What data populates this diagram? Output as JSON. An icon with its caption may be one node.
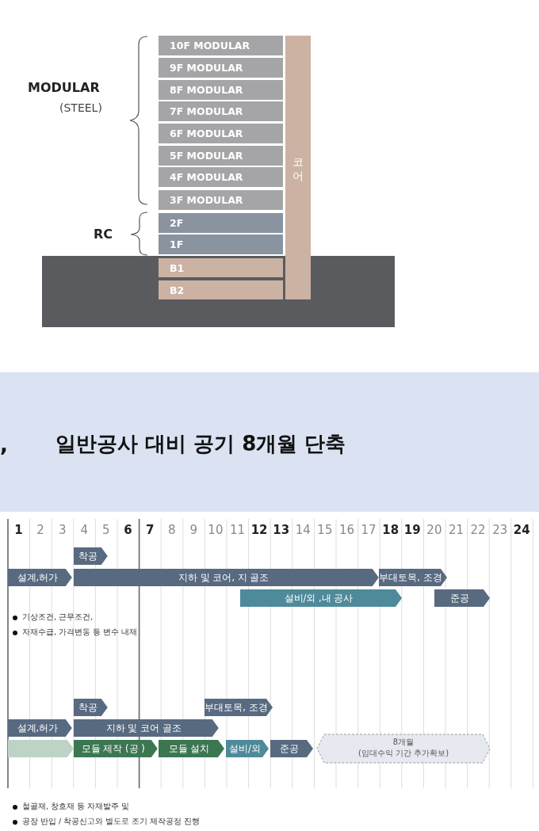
{
  "diagram": {
    "title": "일반공사 대비 공기 8개월 단축",
    "nodes": [
      {
        "text": [
          "10F MODULAR"
        ]
      },
      {
        "text": [
          "9F MODULAR"
        ]
      },
      {
        "text": [
          "8F MODULAR"
        ]
      },
      {
        "text": [
          "7F MODULAR"
        ]
      },
      {
        "text": [
          "6F MODULAR"
        ]
      },
      {
        "text": [
          "5F MODULAR"
        ]
      },
      {
        "text": [
          "4F MODULAR"
        ]
      },
      {
        "text": [
          "3F MODULAR"
        ]
      },
      {
        "text": [
          "2F"
        ]
      },
      {
        "text": [
          "1F"
        ]
      },
      {
        "text": [
          "B1"
        ]
      },
      {
        "text": [
          "B2"
        ]
      },
      {
        "text": [
          "코어"
        ]
      },
      {
        "text": [
          "착공"
        ]
      },
      {
        "text": [
          "설계,허가"
        ]
      },
      {
        "text": [
          "지하 및 코어, 지 골조"
        ]
      },
      {
        "text": [
          "부대토목, 조경"
        ]
      },
      {
        "text": [
          "설비/외 ,내 공사"
        ]
      },
      {
        "text": [
          "준공"
        ]
      },
      {
        "text": [
          "착공"
        ]
      },
      {
        "text": [
          "부대토목, 조경"
        ]
      },
      {
        "text": [
          "설계,허가"
        ]
      },
      {
        "text": [
          "지하 및 코어 골조"
        ]
      },
      {
        "text": [],
        "shape": "bar"
      },
      {
        "text": [
          "모듈 제작 (공 )"
        ]
      },
      {
        "text": [
          "모듈 설치"
        ]
      },
      {
        "text": [
          "설비/외"
        ]
      },
      {
        "text": [
          "준공"
        ]
      },
      {
        "text": [
          "8개월",
          "(임대수익 기간 추가확보)"
        ]
      }
    ],
    "labels": [
      "MODULAR",
      "(STEEL)",
      "RC",
      ",",
      "1",
      "2",
      "3",
      "4",
      "5",
      "6",
      "7",
      "8",
      "9",
      "10",
      "11",
      "12",
      "13",
      "14",
      "15",
      "16",
      "17",
      "18",
      "19",
      "20",
      "21",
      "22",
      "23",
      "24",
      "기상조건, 근무조건,",
      "자재수급, 가격변동 등 변수 내재",
      "철골재, 창호재 등 자재발주 및",
      "공장 반입 / 착공신고와 별도로 조기 제작공정 진행"
    ]
  }
}
